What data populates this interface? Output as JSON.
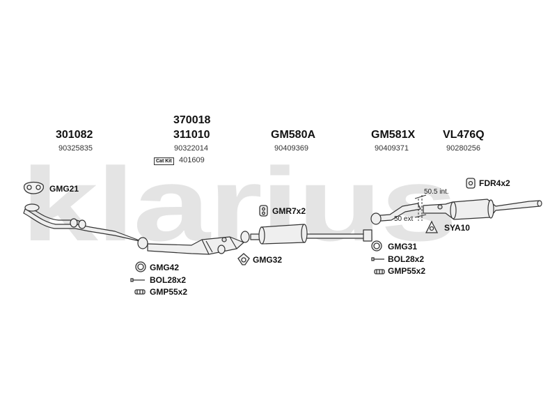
{
  "watermark": "klarius",
  "parts": {
    "p1": {
      "number": "301082",
      "ref": "90325835"
    },
    "p2": {
      "number_top": "370018",
      "number": "311010",
      "ref": "90322014",
      "catkit_badge": "Cat Kit",
      "catkit_ref": "401609"
    },
    "p3": {
      "number": "GM580A",
      "ref": "90409369"
    },
    "p4": {
      "number": "GM581X",
      "ref": "90409371"
    },
    "p5": {
      "number": "VL476Q",
      "ref": "90280256"
    }
  },
  "fittings": {
    "gmg21": "GMG21",
    "gmg42": "GMG42",
    "bol28_a": "BOL28x2",
    "gmp55_a": "GMP55x2",
    "gmr7": "GMR7x2",
    "gmg32": "GMG32",
    "gmg31": "GMG31",
    "bol28_b": "BOL28x2",
    "gmp55_b": "GMP55x2",
    "fdr4": "FDR4x2",
    "sya10": "SYA10"
  },
  "dimensions": {
    "int": "50.5 int.",
    "ext": "50 ext"
  },
  "colors": {
    "watermark": "#e4e4e4",
    "pipe_fill": "#eeeeee",
    "outline": "#333333"
  }
}
